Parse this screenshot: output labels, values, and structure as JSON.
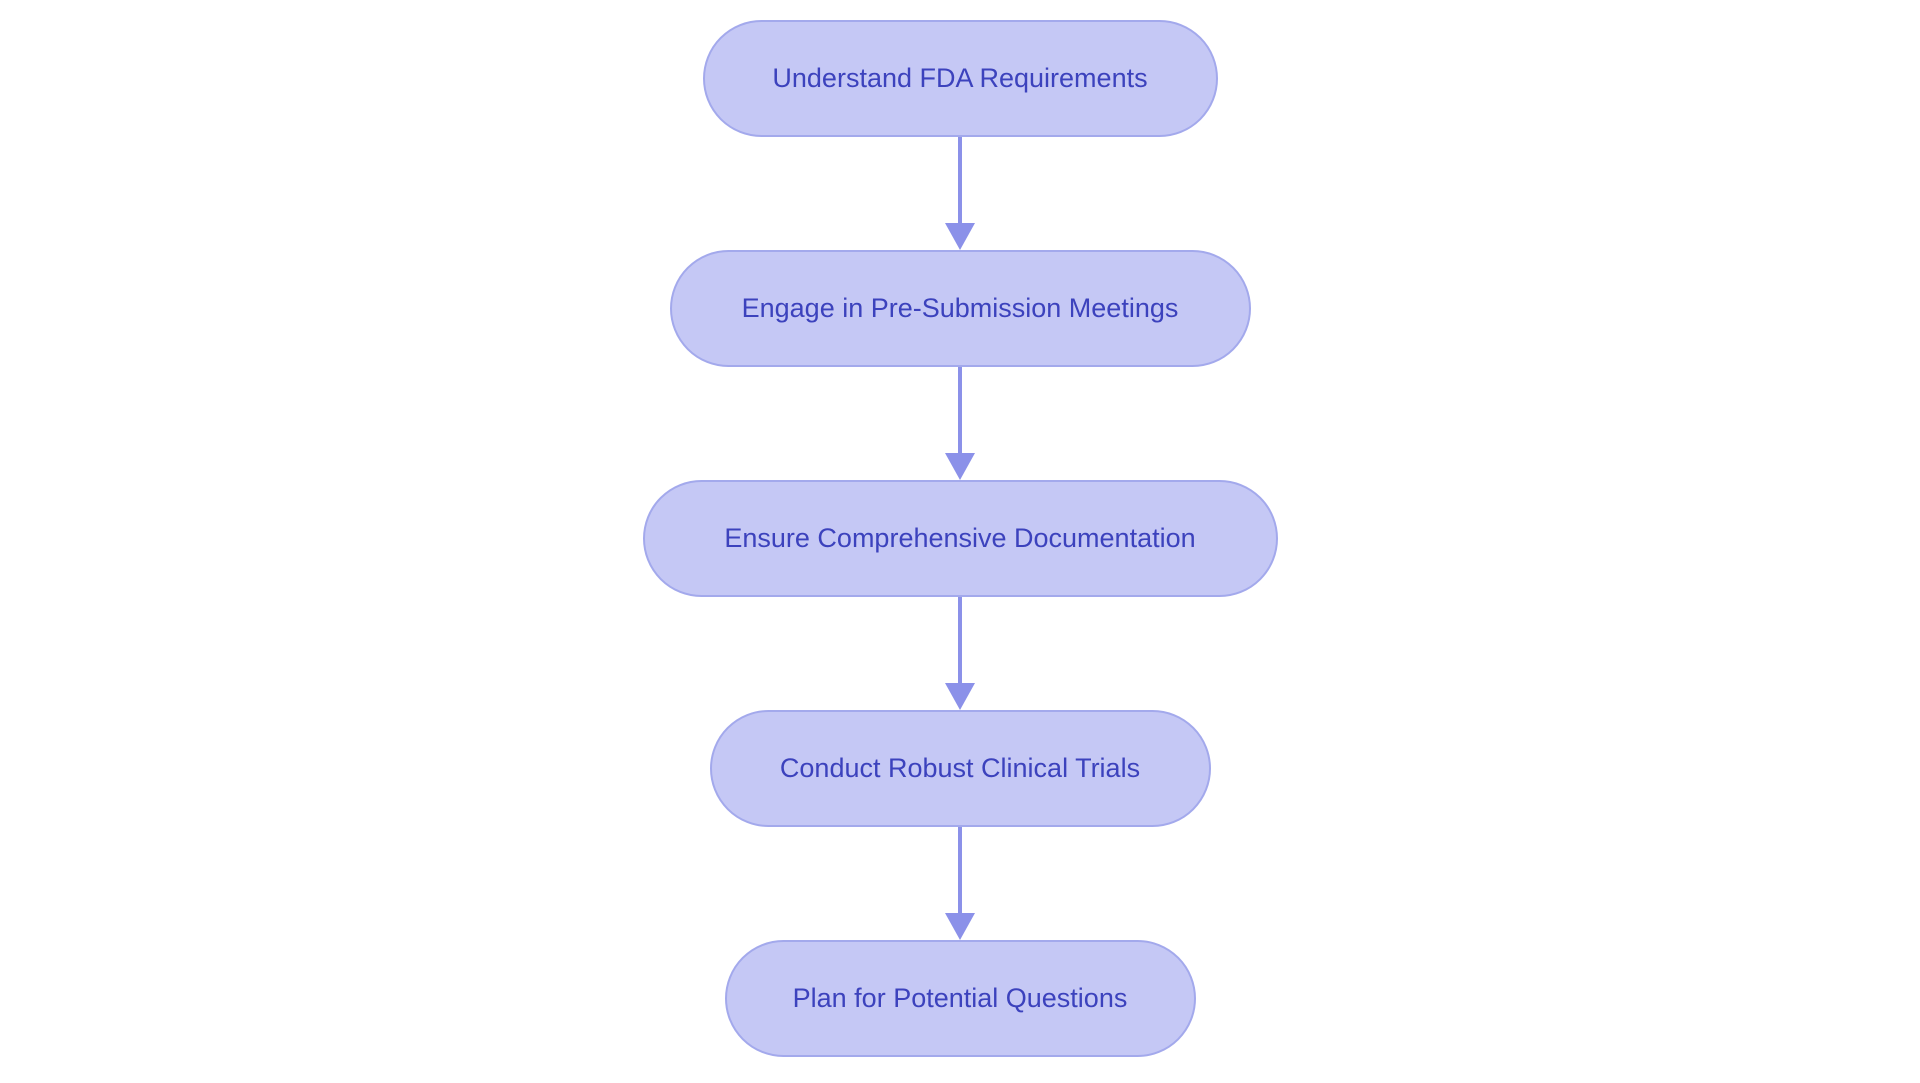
{
  "flowchart": {
    "type": "flowchart",
    "direction": "top-to-bottom",
    "background_color": "#ffffff",
    "node_fill_color": "#c5c8f5",
    "node_border_color": "#a3a9ec",
    "node_text_color": "#3c42bd",
    "arrow_color": "#8b91e9",
    "nodes": [
      "Understand FDA Requirements",
      "Engage in Pre-Submission Meetings",
      "Ensure Comprehensive Documentation",
      "Conduct Robust Clinical Trials",
      "Plan for Potential Questions"
    ],
    "connections": [
      [
        0,
        1
      ],
      [
        1,
        2
      ],
      [
        2,
        3
      ],
      [
        3,
        4
      ]
    ]
  }
}
